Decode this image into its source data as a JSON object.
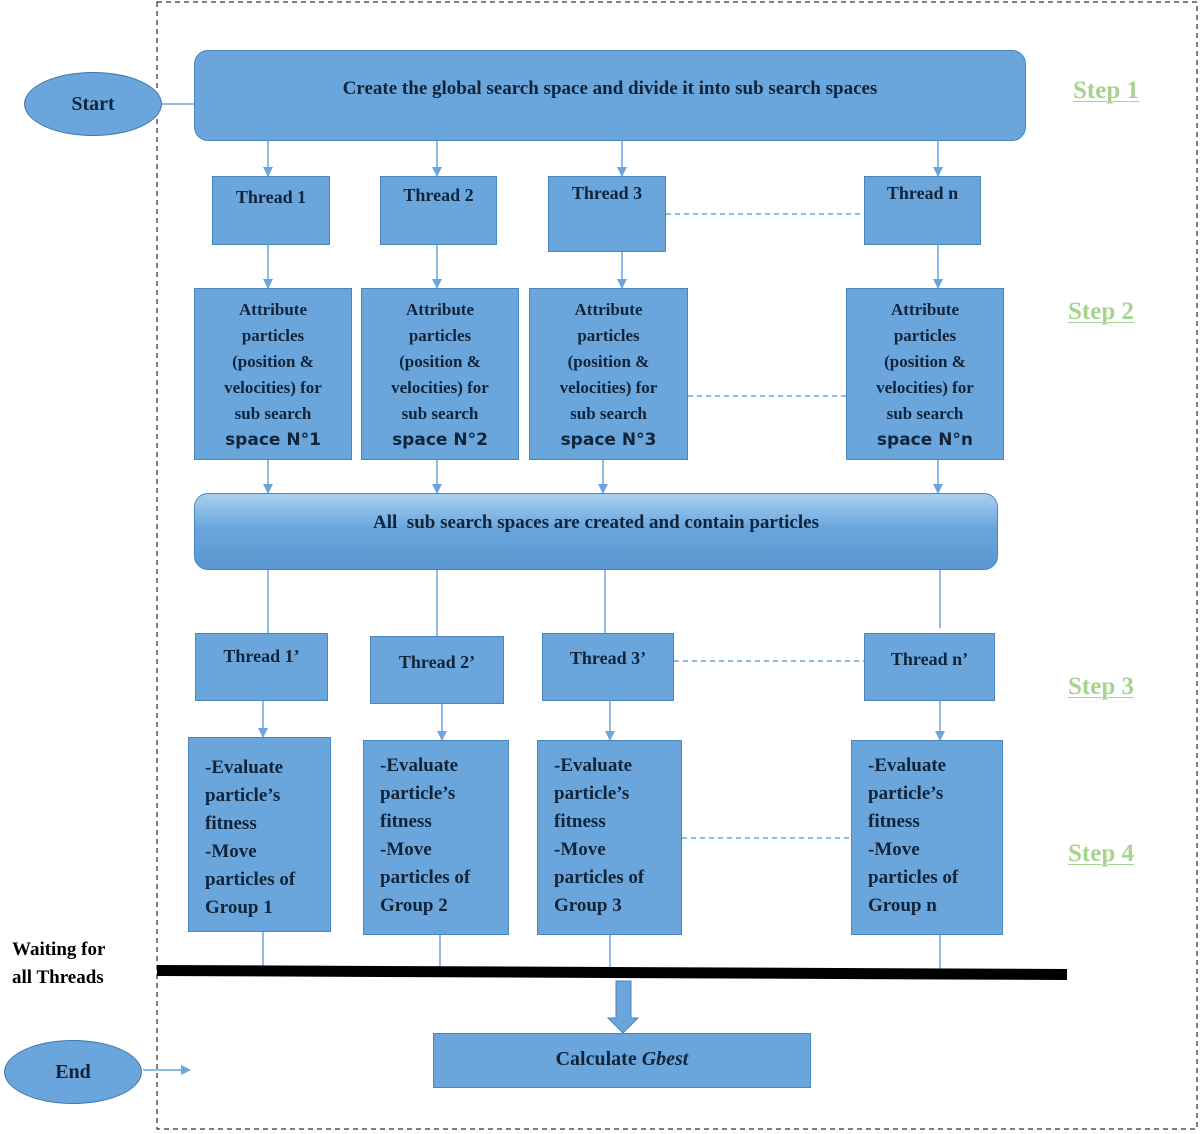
{
  "start_label": "Start",
  "end_label": "End",
  "top_banner": "Create the global search space and divide it into sub search spaces",
  "middle_banner": "All  sub search spaces are created and contain particles",
  "steps": [
    "Step 1",
    "Step 2",
    "Step 3",
    "Step 4"
  ],
  "threads": [
    "Thread 1",
    "Thread 2",
    "Thread 3",
    "Thread n"
  ],
  "attribute_boxes": [
    {
      "lines": [
        "Attribute",
        "particles",
        "(position &",
        "velocities) for",
        "sub search"
      ],
      "space": "space N°1"
    },
    {
      "lines": [
        "Attribute",
        "particles",
        "(position &",
        "velocities) for",
        "sub search"
      ],
      "space": "space N°2"
    },
    {
      "lines": [
        "Attribute",
        "particles",
        "(position &",
        "velocities) for",
        "sub search"
      ],
      "space": "space N°3"
    },
    {
      "lines": [
        "Attribute",
        "particles",
        "(position &",
        "velocities) for",
        "sub search"
      ],
      "space": "space N°n"
    }
  ],
  "threads_prime": [
    "Thread 1’",
    "Thread 2’",
    "Thread 3’",
    "Thread n’"
  ],
  "evaluate_boxes": [
    [
      "-Evaluate",
      "particle’s",
      "fitness",
      "-Move",
      "particles of",
      "Group 1"
    ],
    [
      "-Evaluate",
      "particle’s",
      "fitness",
      "-Move",
      "particles of",
      "Group 2"
    ],
    [
      "-Evaluate",
      "particle’s",
      "fitness",
      "-Move",
      "particles of",
      "Group 3"
    ],
    [
      "-Evaluate",
      "particle’s",
      "fitness",
      "-Move",
      "particles of",
      "Group n"
    ]
  ],
  "waiting_label": [
    "Waiting for",
    "all Threads"
  ],
  "calculate": {
    "text": "Calculate ",
    "emphasis": "Gbest"
  },
  "colors": {
    "box_fill": "#6aa6dc",
    "box_border": "#4a86be",
    "connector": "#6aa6dc",
    "step_text": "#a6d48e",
    "sync_bar": "#000000"
  }
}
